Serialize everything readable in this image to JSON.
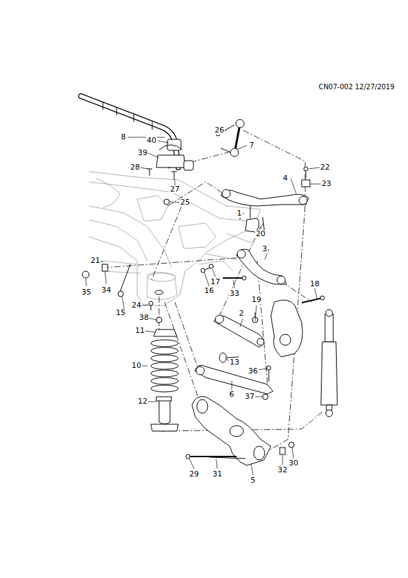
{
  "diagram": {
    "labels": [
      "CN07-002 12/27/2019",
      "8",
      "26",
      "7",
      "40",
      "39",
      "28",
      "27",
      "22",
      "23",
      "4",
      "25",
      "1",
      "20",
      "3",
      "21",
      "35",
      "34",
      "17",
      "16",
      "33",
      "18",
      "19",
      "15",
      "24",
      "38",
      "2",
      "11",
      "13",
      "10",
      "36",
      "6",
      "37",
      "12",
      "29",
      "31",
      "32",
      "30",
      "5"
    ]
  }
}
